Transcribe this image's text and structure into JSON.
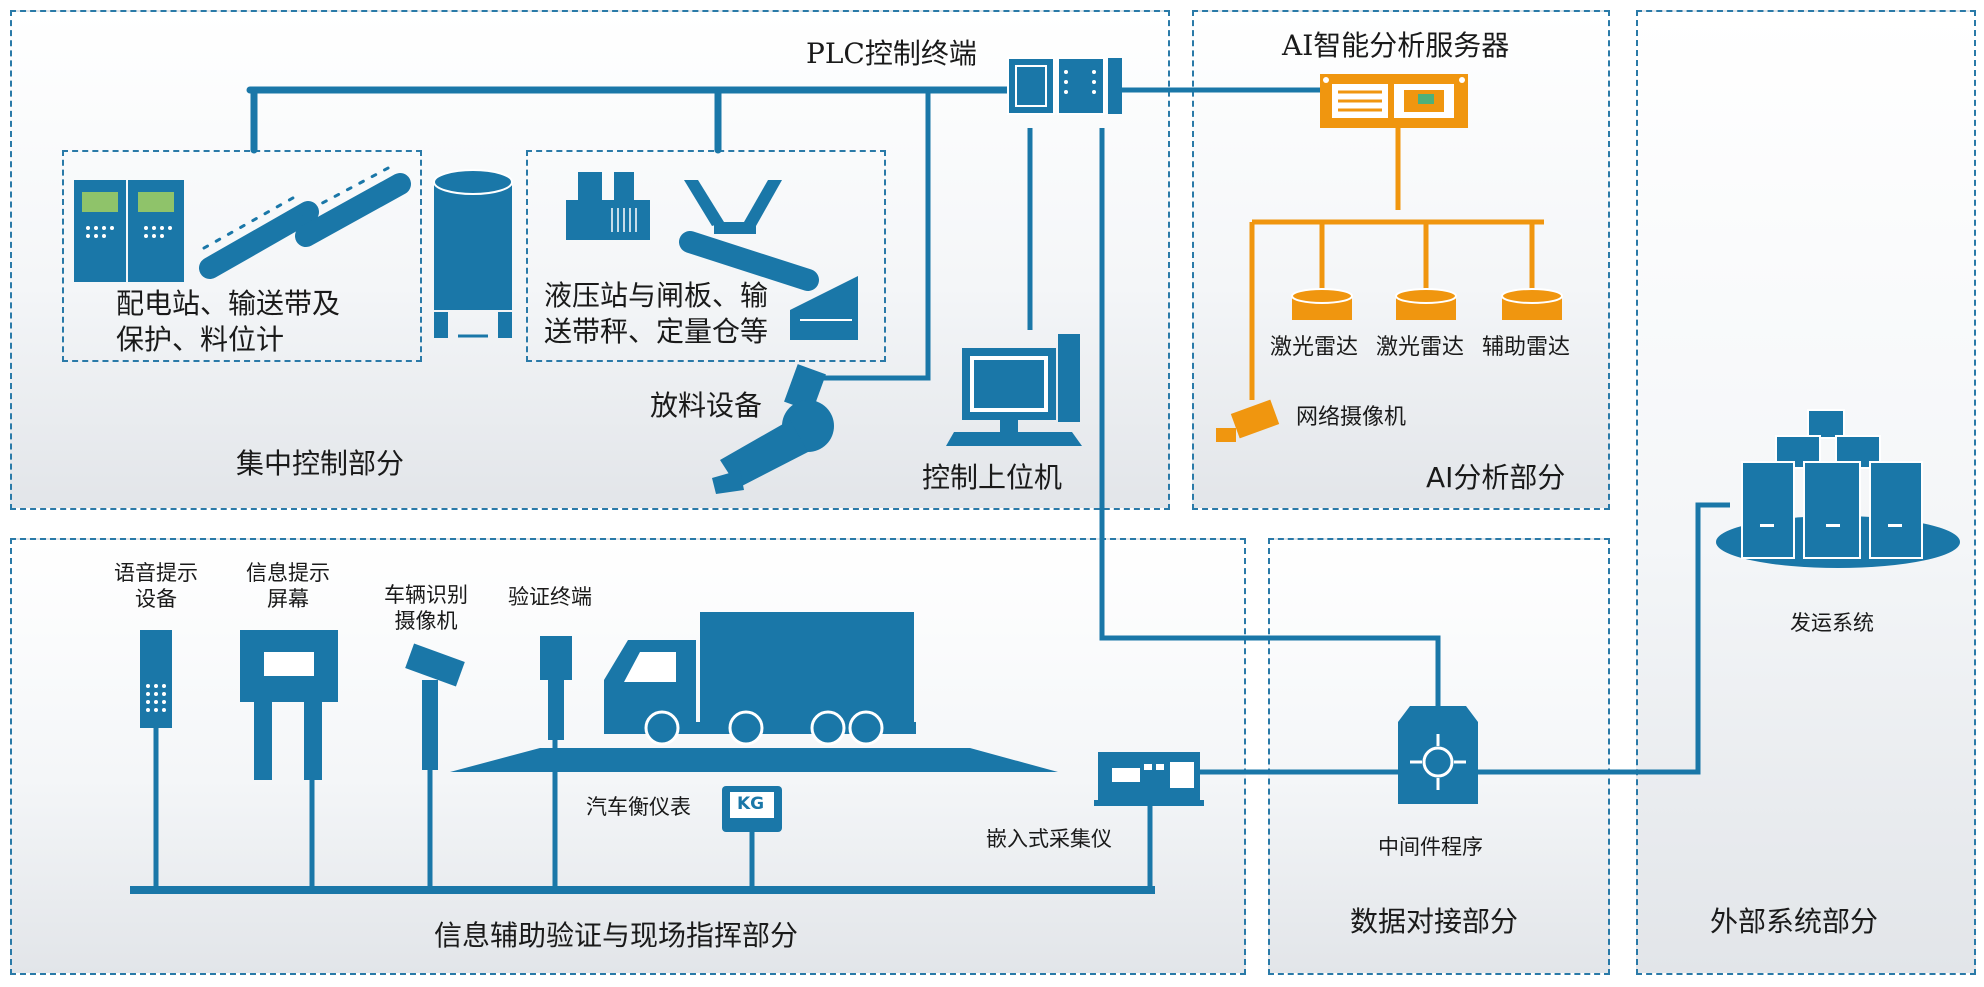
{
  "regions": {
    "central": "集中控制部分",
    "ai": "AI分析部分",
    "info": "信息辅助验证与现场指挥部分",
    "data": "数据对接部分",
    "external": "外部系统部分"
  },
  "central": {
    "plc": "PLC控制终端",
    "box1_line1": "配电站、输送带及",
    "box1_line2": "保护、料位计",
    "box2_line1": "液压站与闸板、输",
    "box2_line2": "送带秤、定量仓等",
    "discharge": "放料设备",
    "host": "控制上位机"
  },
  "ai": {
    "server": "AI智能分析服务器",
    "lidar1": "激光雷达",
    "lidar2": "激光雷达",
    "radar3": "辅助雷达",
    "camera": "网络摄像机"
  },
  "info": {
    "voice_l1": "语音提示",
    "voice_l2": "设备",
    "screen_l1": "信息提示",
    "screen_l2": "屏幕",
    "vcam_l1": "车辆识别",
    "vcam_l2": "摄像机",
    "verify": "验证终端",
    "scale": "汽车衡仪表",
    "kg": "KG",
    "collector": "嵌入式采集仪"
  },
  "data": {
    "middleware": "中间件程序"
  },
  "external": {
    "shipping": "发运系统"
  },
  "colors": {
    "blue": "#1a77a8",
    "orange": "#f0960f",
    "dash": "#2a7aa8"
  }
}
